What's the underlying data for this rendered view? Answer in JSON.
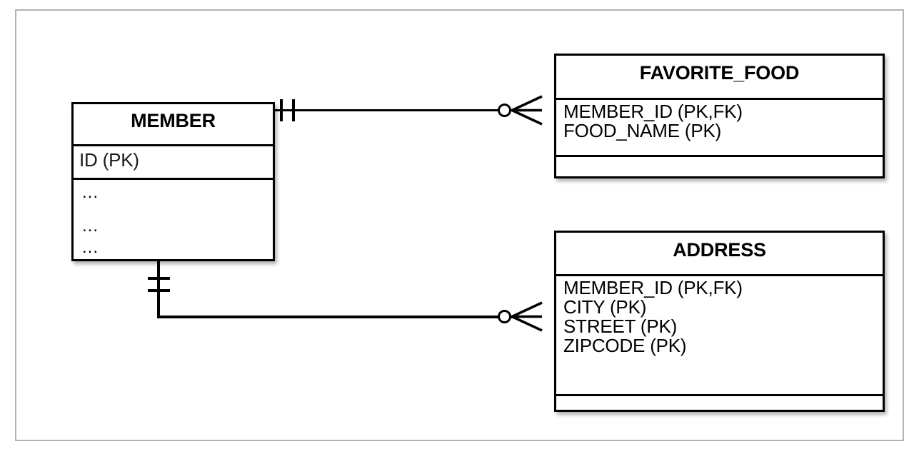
{
  "diagram": {
    "type": "entity-relationship-diagram",
    "notation": "crow's foot",
    "background_color": "#ffffff",
    "frame_color": "#b3b3b3",
    "line_color": "#000000",
    "entities": [
      {
        "id": "member",
        "name": "MEMBER",
        "primary_key_attributes": [
          "ID (PK)"
        ],
        "other_attributes": [
          "...",
          "...",
          "..."
        ]
      },
      {
        "id": "favorite_food",
        "name": "FAVORITE_FOOD",
        "attributes": [
          "MEMBER_ID (PK,FK)",
          "FOOD_NAME (PK)"
        ],
        "empty_section": ""
      },
      {
        "id": "address",
        "name": "ADDRESS",
        "attributes": [
          "MEMBER_ID (PK,FK)",
          "CITY (PK)",
          "STREET (PK)",
          "ZIPCODE (PK)"
        ],
        "empty_section": ""
      }
    ],
    "relationships": [
      {
        "id": "member-favorite-food",
        "from": "MEMBER",
        "to": "FAVORITE_FOOD",
        "from_cardinality": "one-and-only-one",
        "to_cardinality": "zero-or-many"
      },
      {
        "id": "member-address",
        "from": "MEMBER",
        "to": "ADDRESS",
        "from_cardinality": "one-and-only-one",
        "to_cardinality": "zero-or-many"
      }
    ]
  }
}
